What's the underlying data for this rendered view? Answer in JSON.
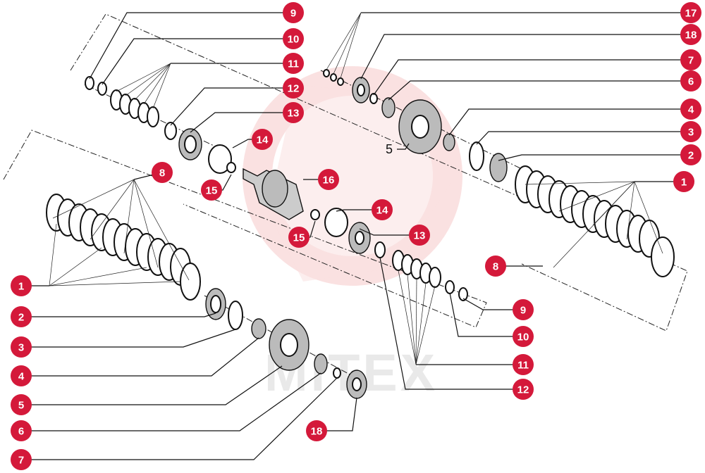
{
  "diagram": {
    "watermark_text": "MITEX",
    "colors": {
      "callout": "#d4193a",
      "callout_text": "#ffffff",
      "line": "#111111",
      "watermark": "#f6c9c9"
    },
    "callouts": [
      {
        "id": "c-top-9",
        "label": "9"
      },
      {
        "id": "c-top-10",
        "label": "10"
      },
      {
        "id": "c-top-11",
        "label": "11"
      },
      {
        "id": "c-top-12",
        "label": "12"
      },
      {
        "id": "c-top-13",
        "label": "13"
      },
      {
        "id": "c-top-17",
        "label": "17"
      },
      {
        "id": "c-top-18",
        "label": "18"
      },
      {
        "id": "c-top-7",
        "label": "7"
      },
      {
        "id": "c-top-6",
        "label": "6"
      },
      {
        "id": "c-top-4",
        "label": "4"
      },
      {
        "id": "c-top-3",
        "label": "3"
      },
      {
        "id": "c-top-2",
        "label": "2"
      },
      {
        "id": "c-top-1",
        "label": "1"
      },
      {
        "id": "c-mid-14a",
        "label": "14"
      },
      {
        "id": "c-mid-15a",
        "label": "15"
      },
      {
        "id": "c-mid-16",
        "label": "16"
      },
      {
        "id": "c-mid-14b",
        "label": "14"
      },
      {
        "id": "c-mid-15b",
        "label": "15"
      },
      {
        "id": "c-mid-13",
        "label": "13"
      },
      {
        "id": "c-left-8",
        "label": "8"
      },
      {
        "id": "c-right-8",
        "label": "8"
      },
      {
        "id": "c-bot-9",
        "label": "9"
      },
      {
        "id": "c-bot-10",
        "label": "10"
      },
      {
        "id": "c-bot-11",
        "label": "11"
      },
      {
        "id": "c-bot-12",
        "label": "12"
      },
      {
        "id": "c-left-1",
        "label": "1"
      },
      {
        "id": "c-left-2",
        "label": "2"
      },
      {
        "id": "c-left-3",
        "label": "3"
      },
      {
        "id": "c-left-4",
        "label": "4"
      },
      {
        "id": "c-left-5",
        "label": "5"
      },
      {
        "id": "c-left-6",
        "label": "6"
      },
      {
        "id": "c-left-7",
        "label": "7"
      },
      {
        "id": "c-bot-18",
        "label": "18"
      }
    ],
    "bare_labels": [
      {
        "id": "b-top-5",
        "label": "5"
      }
    ]
  }
}
